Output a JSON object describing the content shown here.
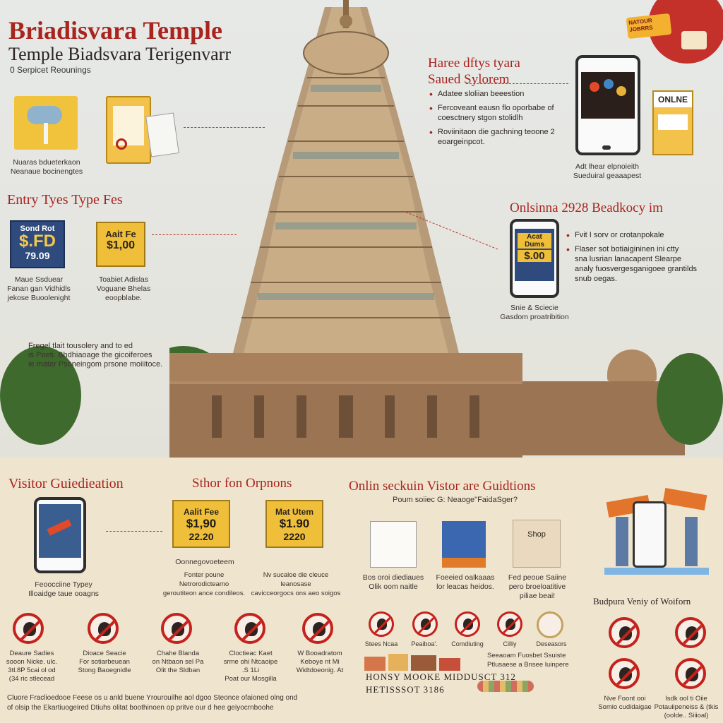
{
  "header": {
    "title": "Briadisvara Temple",
    "subtitle": "Temple Biadsvara Terigenvarr",
    "caption": "0 Serpicet Reounings"
  },
  "top_left": {
    "icon1_caption": "Nuaras bdueterkaon\nNeanaue bocinengtes",
    "entry_heading": "Entry Tyes Type Fes",
    "sign1": {
      "line1": "Sond Rot",
      "line2": "$.FD",
      "line3": "79.09"
    },
    "sign1_caption": "Maue Ssduear\nFanan gan Vidhidls\njekose Buoolenight",
    "sign2": {
      "line1": "Aait Fe",
      "line2": "$1,00"
    },
    "sign2_caption": "Toabiet Adislas\nVoguane Bhelas\neoopblabe.",
    "note": "Fregel tlait tousolery and to ed\nis Poeti. Bhdhiaoage the gicoiferoes\nie mater Psoneingom prsone moiiitoce."
  },
  "top_right": {
    "heading": "Haree dftys tyara\nSaued Sylorem",
    "bullets": [
      "Adatee sloliian beeestion",
      "Fercoveant eausn flo oporbabe of\ncoesctnery stgon stolidlh",
      "Roviinitaon die gachning teoone 2\neoargeinpcot."
    ],
    "phone_caption": "Adt lhear elpnoieith\nSueduiral geaaapest",
    "online_label": "ONLNE",
    "corner_badge": "NATOUR\nJOBRRS"
  },
  "online_booking": {
    "heading": "Onlsinna 2928 Beadkocy im",
    "phone_label": "Acat Dums",
    "phone_price": "$.00",
    "bullets": [
      "Fvit I sorv or crotanpokale",
      "Flaser sot botiaigininen ini ctty\nsna lusrian lanacapent Slearpe\nanaly fuosvergesganigoee grantilds\nsnub oegas."
    ],
    "caption": "Snie & Sciecie\nGasdom proatribition"
  },
  "visitor": {
    "heading": "Visitor Guiedieation",
    "phone_caption": "Feoocciine Typey\nIlloaidge taue ooagns",
    "shop_heading": "Sthor fon Orpnons",
    "ticket1": {
      "label": "Aalit Fee",
      "price": "$1,90",
      "sub": "22.20"
    },
    "ticket2": {
      "label": "Mat Utem",
      "price": "$1.90",
      "sub": "2220"
    },
    "ticket_caption_top": "Oonnegovoeteem",
    "ticket_caption1": "Fonter poune Netrorodicteamo\ngeroutiteon ance condileos.",
    "ticket_caption2": "Nv sucaloe die cleuce leanosase\ncavicceorgocs ons aeo soigos"
  },
  "online_visitor": {
    "heading": "Onlin seckuin Vistor are Guidtions",
    "sub": "Poum soiiec G: Neaoge\"FaidaSger?",
    "cards": [
      {
        "caption": "Bos oroi diediaues\nOlik oom naitle"
      },
      {
        "caption": "Foeeied oalkaaas\nlor leacas heidos."
      },
      {
        "label": "Shop",
        "caption": "Fed peoue Saiine\npero broeloatitive\npiliae beai!"
      }
    ],
    "right_heading": "Budpura Veniy of Woiforn"
  },
  "prohibitions_left": [
    {
      "caption": "Deaure Sadies\nsooon Nicke. ulc.\n3tl.8P 5cai ol od\n(34 ric stlecead"
    },
    {
      "caption": "Dioace Seacie\nFor sotiarbeuean\nStong Baoegnidle"
    },
    {
      "caption": "Chahe Blanda\non Ntbaon sel Pa\nOlit the Sldban"
    },
    {
      "caption": "Cloctieac Kaet\nsrme ohi Ntcaoipe\n.S 1Li\nPoat our Mosgilla"
    },
    {
      "caption": "W Booadratom\nKeboye nt Mi\nWidtdoeonig. At"
    }
  ],
  "prohibitions_mid": [
    {
      "caption": "Stees Ncaa"
    },
    {
      "caption": "Peaiboa'."
    },
    {
      "caption": "Comdiuting"
    },
    {
      "caption": "Cilliy"
    },
    {
      "caption": "Deseasors"
    }
  ],
  "mid_note": "Seeaoam Fuosbet Ssuiste\nPtlusaese a Bnsee luinpere",
  "mid_footer": "HONSY MOOKE MIDDUSCT 312\nHETISSSOT 3186",
  "right_captions": {
    "bottom_left": "Nve Foont ooi\nSomio cudidaigae",
    "bottom_right": "Isdk ool ti Oiie\nPotauiipeneiss & (tkis\n(oolde.. Siiioal)"
  },
  "footer": "Cluore Fraclioedooe Feese os u anld buene Yrourouilhe aol dgoo Steonce ofaioned olng ond\nof olsip the Ekartiuogeired Dtiuhs olitat boothinoen op pritve our d hee geiyocrnboohe",
  "colors": {
    "accent": "#a8241e",
    "sign_yellow": "#efbf3a",
    "sign_blue": "#2f4a7d",
    "prohibit_red": "#c4221c"
  }
}
